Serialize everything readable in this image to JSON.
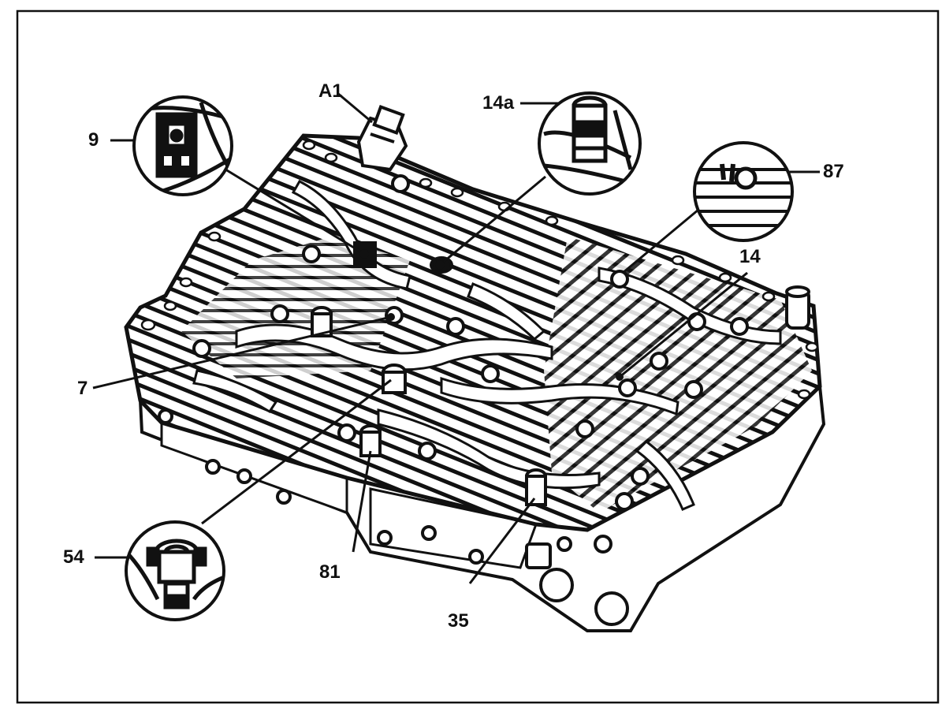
{
  "colors": {
    "ink": "#111111",
    "paper": "#ffffff"
  },
  "callouts": {
    "a1": "A1",
    "c9": "9",
    "c14a": "14a",
    "c87": "87",
    "c14": "14",
    "c7": "7",
    "c54": "54",
    "c81": "81",
    "c35": "35"
  }
}
